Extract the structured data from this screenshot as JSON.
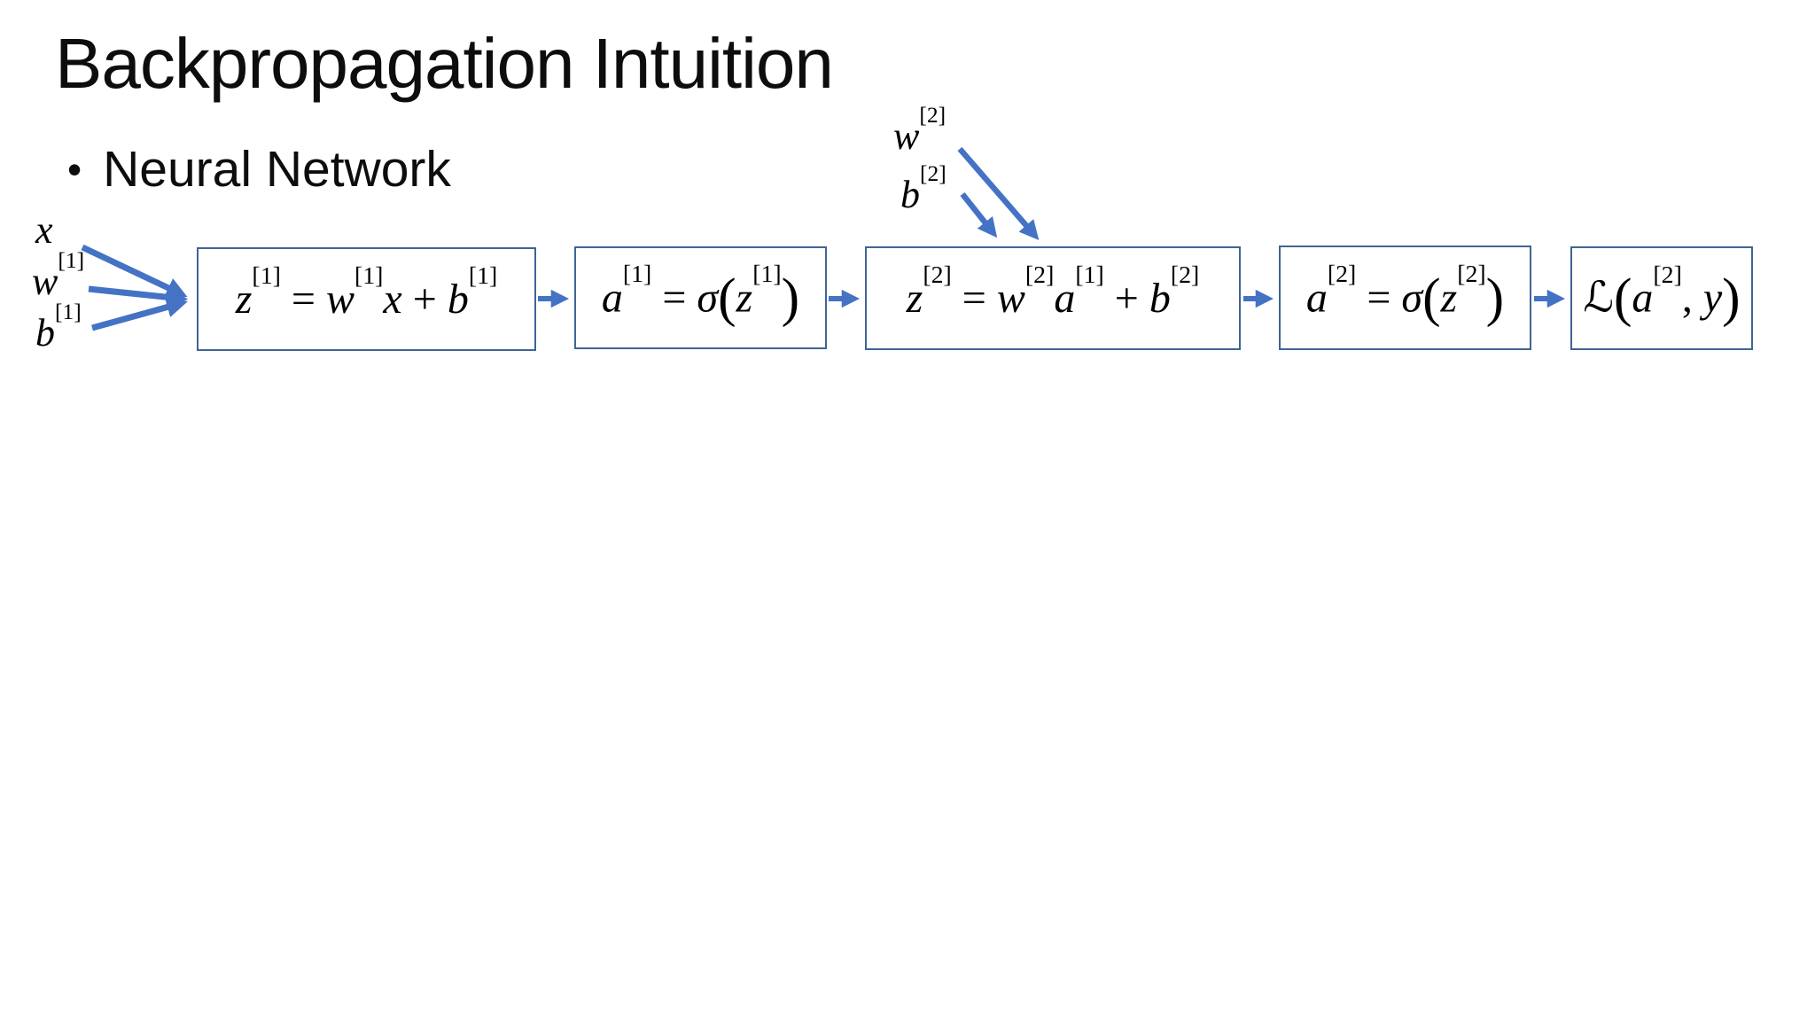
{
  "slide": {
    "title": "Backpropagation Intuition",
    "bullet_marker": "•",
    "bullet_text": "Neural Network"
  },
  "colors": {
    "arrow": "#4472C4",
    "box_border": "#3F6494",
    "text": "#0D0D0D"
  },
  "diagram": {
    "labels": {
      "x": [
        {
          "i": "x"
        }
      ],
      "w1": [
        {
          "i": "w"
        },
        {
          "s": "[1]"
        }
      ],
      "b1": [
        {
          "i": "b"
        },
        {
          "s": "[1]"
        }
      ],
      "w2": [
        {
          "i": "w"
        },
        {
          "s": "[2]"
        }
      ],
      "b2": [
        {
          "i": "b"
        },
        {
          "s": "[2]"
        }
      ]
    },
    "boxes": [
      {
        "name": "z1",
        "formula": [
          {
            "i": "z"
          },
          {
            "s": "[1]"
          },
          {
            "t": " = "
          },
          {
            "i": "w"
          },
          {
            "s": "[1]"
          },
          {
            "i": "x"
          },
          {
            "t": " + "
          },
          {
            "i": "b"
          },
          {
            "s": "[1]"
          }
        ]
      },
      {
        "name": "a1",
        "formula": [
          {
            "i": "a"
          },
          {
            "s": "[1]"
          },
          {
            "t": " = "
          },
          {
            "i": "σ"
          },
          {
            "p": "("
          },
          {
            "i": "z"
          },
          {
            "s": "[1]"
          },
          {
            "p": ")"
          }
        ]
      },
      {
        "name": "z2",
        "formula": [
          {
            "i": "z"
          },
          {
            "s": "[2]"
          },
          {
            "t": " = "
          },
          {
            "i": "w"
          },
          {
            "s": "[2]"
          },
          {
            "i": "a"
          },
          {
            "s": "[1]"
          },
          {
            "t": " + "
          },
          {
            "i": "b"
          },
          {
            "s": "[2]"
          }
        ]
      },
      {
        "name": "a2",
        "formula": [
          {
            "i": "a"
          },
          {
            "s": "[2]"
          },
          {
            "t": " = "
          },
          {
            "i": "σ"
          },
          {
            "p": "("
          },
          {
            "i": "z"
          },
          {
            "s": "[2]"
          },
          {
            "p": ")"
          }
        ]
      },
      {
        "name": "loss",
        "formula": [
          {
            "i": "ℒ"
          },
          {
            "p": "("
          },
          {
            "i": "a"
          },
          {
            "s": "[2]"
          },
          {
            "t": ", "
          },
          {
            "i": "y"
          },
          {
            "p": ")"
          }
        ]
      }
    ]
  }
}
